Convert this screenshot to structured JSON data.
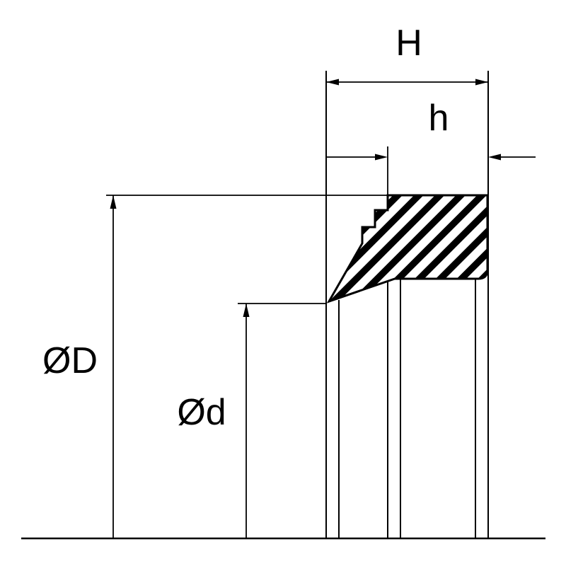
{
  "diagram": {
    "type": "technical-drawing",
    "subject": "wiper-seal-cross-section",
    "colors": {
      "line": "#000000",
      "background": "#ffffff",
      "hatch": "#000000"
    },
    "labels": {
      "overall_width": "H",
      "lip_width": "h",
      "outer_diameter": "ØD",
      "inner_diameter": "Ød"
    }
  }
}
